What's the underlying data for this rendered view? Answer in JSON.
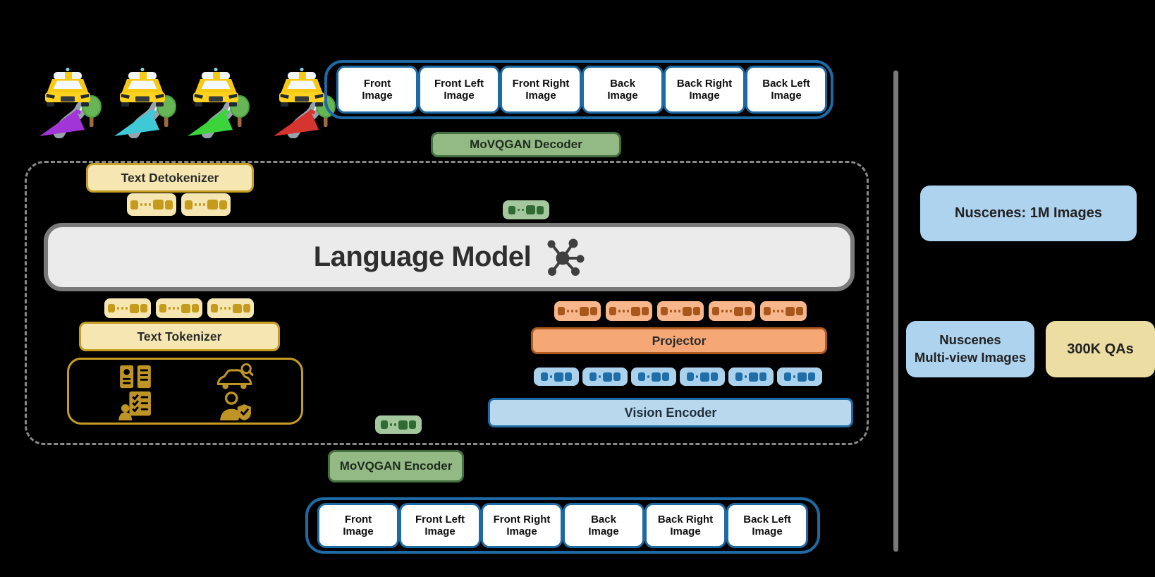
{
  "colors": {
    "blueBorder": "#1d6ba5",
    "visionFill": "#b9d8ee",
    "chipBlueBg": "#abd2ec",
    "chipBlueFg": "#1f6ea8",
    "greenFill": "#93b985",
    "greenBorder": "#44703f",
    "chipGreenBg": "#a5c79d",
    "chipGreenFg": "#2f6b33",
    "yellowFill": "#f5e6b2",
    "yellowBorder": "#c59d22",
    "chipYellowBg": "#f5e6b2",
    "chipYellowFg": "#c49b1d",
    "orangeFill": "#f5a876",
    "orangeBorder": "#b05c1e",
    "chipOrangeBg": "#f7b68c",
    "chipOrangeFg": "#a8581d",
    "lmFill": "#ebebeb",
    "lmBorder": "#7a7a7a",
    "panelBlue": "#aed3ef",
    "panelTan": "#ecdda2",
    "divider": "#787878",
    "dashed": "#8a8a8a",
    "iconGold": "#bf9427",
    "hubGray": "#3f3f3f",
    "roadGray": "#98a2ab",
    "treeGreen": "#67b554",
    "trunkBrown": "#9c6b3f",
    "carYellow": "#f7c913"
  },
  "trajectories": {
    "items": [
      {
        "name": "trajectory-purple",
        "color": "#a235d8"
      },
      {
        "name": "trajectory-cyan",
        "color": "#3fc8d6"
      },
      {
        "name": "trajectory-green",
        "color": "#3bd43b"
      },
      {
        "name": "trajectory-red",
        "color": "#d6352f"
      }
    ]
  },
  "cameras": {
    "top": [
      {
        "line1": "Front",
        "line2": "Image"
      },
      {
        "line1": "Front Left",
        "line2": "Image"
      },
      {
        "line1": "Front Right",
        "line2": "Image"
      },
      {
        "line1": "Back",
        "line2": "Image"
      },
      {
        "line1": "Back Right",
        "line2": "Image"
      },
      {
        "line1": "Back Left",
        "line2": "Image"
      }
    ],
    "bottom": [
      {
        "line1": "Front",
        "line2": "Image"
      },
      {
        "line1": "Front Left",
        "line2": "Image"
      },
      {
        "line1": "Front Right",
        "line2": "Image"
      },
      {
        "line1": "Back",
        "line2": "Image"
      },
      {
        "line1": "Back Right",
        "line2": "Image"
      },
      {
        "line1": "Back Left",
        "line2": "Image"
      }
    ]
  },
  "blocks": {
    "movqgan_decoder": "MoVQGAN Decoder",
    "movqgan_encoder": "MoVQGAN Encoder",
    "text_detokenizer": "Text Detokenizer",
    "text_tokenizer": "Text Tokenizer",
    "language_model": "Language Model",
    "projector": "Projector",
    "vision_encoder": "Vision Encoder"
  },
  "datasets": {
    "nuscenes_1m": "Nuscenes: 1M Images",
    "nuscenes_multiview_line1": "Nuscenes",
    "nuscenes_multiview_line2": "Multi-view Images",
    "qas": "300K QAs"
  },
  "token_chips": {
    "text_output_row": {
      "count": 2,
      "family": "yellow"
    },
    "text_input_row": {
      "count": 3,
      "family": "yellow"
    },
    "image_token_out": {
      "count": 1,
      "family": "green"
    },
    "image_token_in": {
      "count": 1,
      "family": "green"
    },
    "projected_row": {
      "count": 5,
      "family": "orange"
    },
    "vision_row": {
      "count": 6,
      "family": "blue"
    }
  }
}
